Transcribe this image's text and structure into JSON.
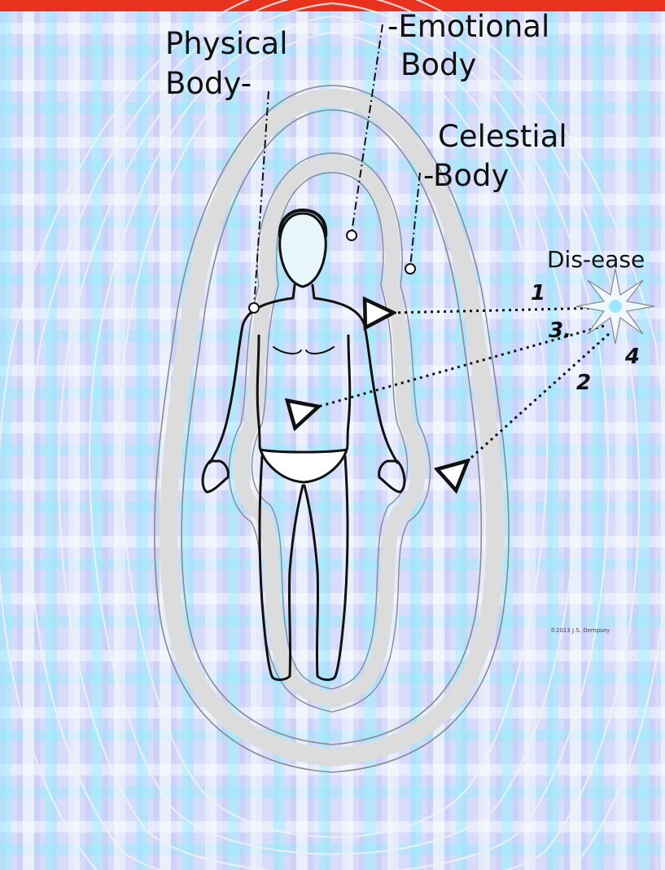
{
  "labels": {
    "physical_1": "Physical",
    "physical_2": "Body-",
    "emotional_1": "-Emotional",
    "emotional_2": "Body",
    "celestial_1": "Celestial",
    "celestial_2": "-Body",
    "disease": "Dis-ease"
  },
  "paths": [
    "1",
    "2",
    "3.",
    "4"
  ],
  "copyright": "©2013 J.S. Dempsey",
  "colors": {
    "header_band": "#e8321e",
    "aura_band": "#dcdcdc",
    "aura_outline": "#8a8a8a",
    "figure_ink": "#111111"
  },
  "icons": [
    "disease-star-icon"
  ]
}
